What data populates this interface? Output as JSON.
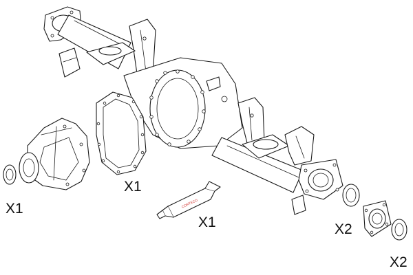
{
  "quantities": {
    "pinion_carrier": "X1",
    "carrier_gasket": "X1",
    "sealant_tube": "X1",
    "bearing_left_set": "X2",
    "bearing_right_set": "X2"
  },
  "sealant_tube_brand": "CORTECO",
  "colors": {
    "line": "#1a1a1a",
    "background": "#ffffff",
    "brand_logo": "#d2322d"
  }
}
